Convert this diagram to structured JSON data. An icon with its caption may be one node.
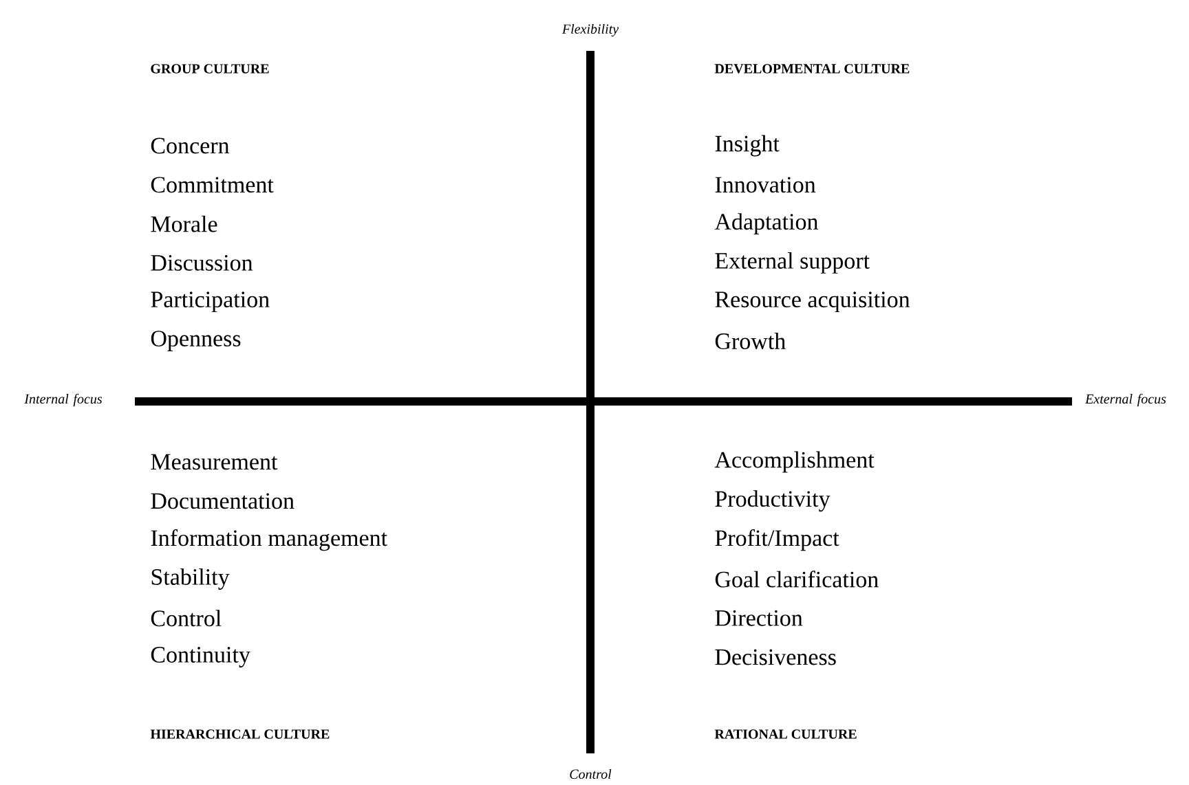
{
  "diagram": {
    "labels": [
      "Flexibility",
      "GROUP CULTURE",
      "Concern",
      "Commitment",
      "Morale",
      "Discussion",
      "Participation",
      "Openness",
      "DEVELOPMENTAL CULTURE",
      "Insight",
      "Innovation",
      "Adaptation",
      "External support",
      "Resource acquisition",
      "Growth",
      "Internal focus",
      "External focus",
      "Measurement",
      "Documentation",
      "Information management",
      "Stability",
      "Control",
      "Continuity",
      "Accomplishment",
      "Productivity",
      "Profit/Impact",
      "Goal clarification",
      "Direction",
      "Decisiveness",
      "HIERARCHICAL CULTURE",
      "RATIONAL CULTURE",
      "Control"
    ]
  }
}
